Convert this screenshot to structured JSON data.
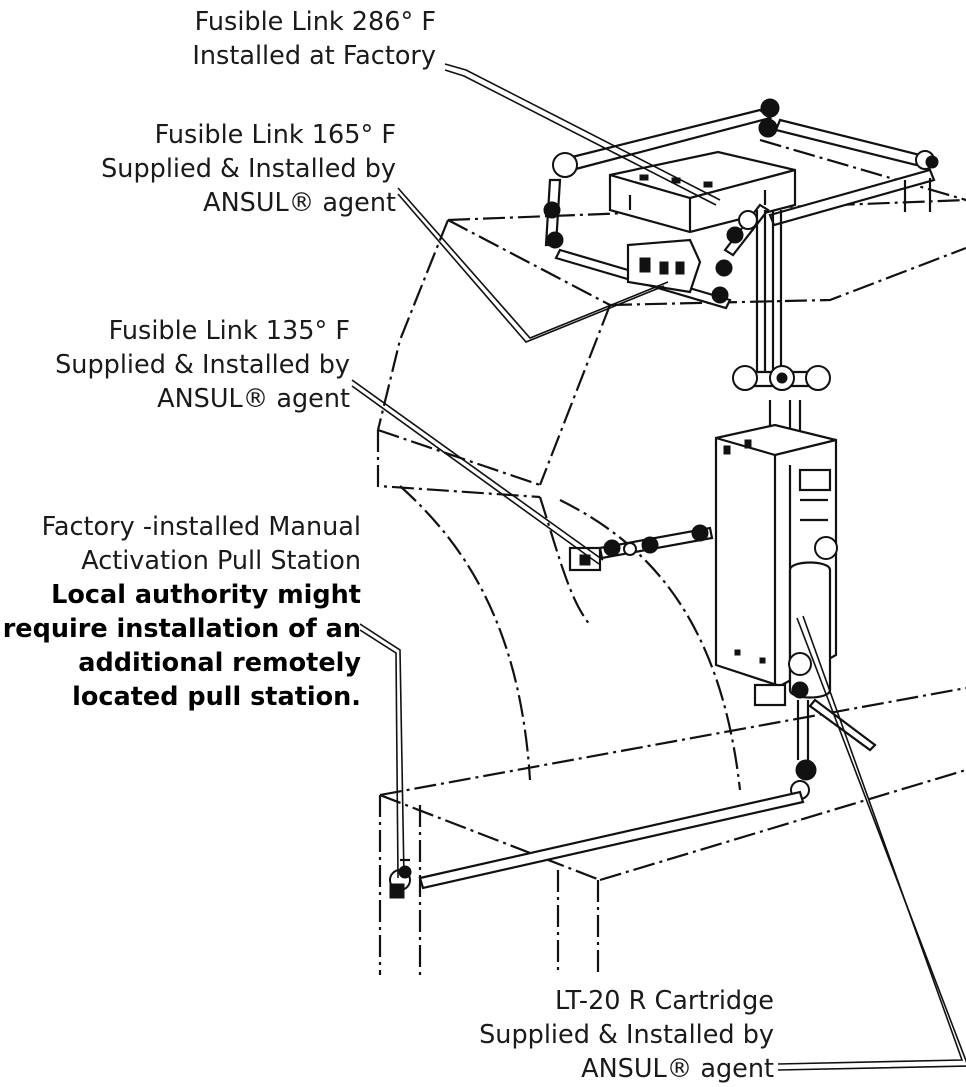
{
  "callouts": {
    "fusible_286": {
      "lines": [
        "Fusible Link 286° F",
        "Installed at Factory"
      ]
    },
    "fusible_165": {
      "lines": [
        "Fusible Link 165° F",
        "Supplied & Installed by",
        "ANSUL® agent"
      ]
    },
    "fusible_135": {
      "lines": [
        "Fusible Link 135° F",
        "Supplied & Installed by",
        "ANSUL® agent"
      ]
    },
    "pull_station": {
      "lines": [
        "Factory -installed Manual",
        "Activation Pull Station"
      ],
      "bold_lines": [
        "Local authority might",
        "require installation of an",
        "additional remotely",
        "located pull station."
      ]
    },
    "cartridge": {
      "lines": [
        "LT-20 R Cartridge",
        "Supplied & Installed by",
        "ANSUL® agent"
      ]
    }
  },
  "colors": {
    "line": "#111111",
    "background": "#ffffff"
  }
}
